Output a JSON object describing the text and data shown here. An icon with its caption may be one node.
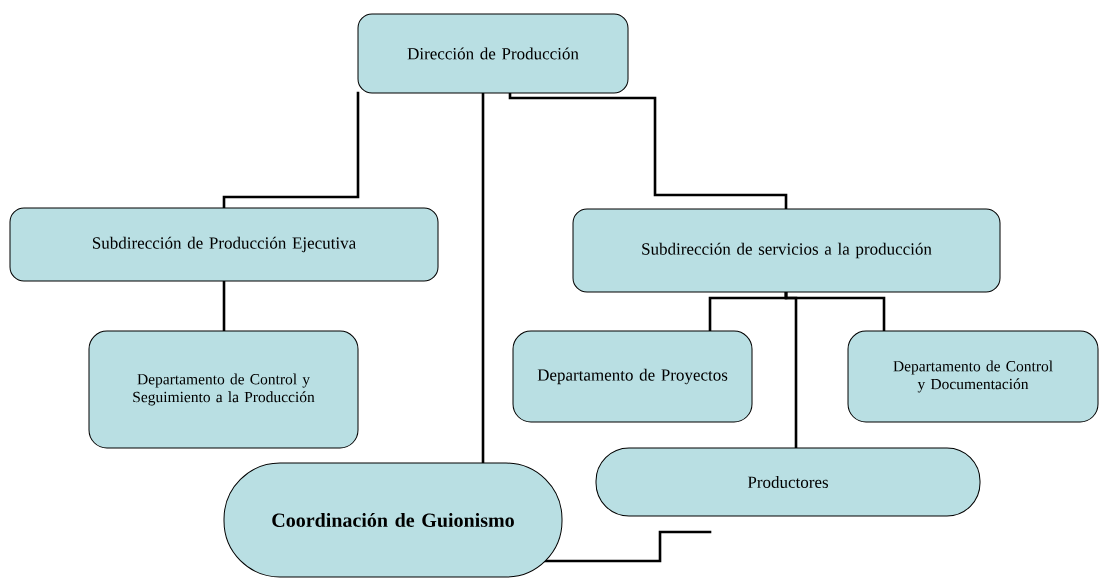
{
  "diagram": {
    "nodes": [
      {
        "text": [
          "Dirección de Producción"
        ]
      },
      {
        "text": [
          "Subdirección de Producción Ejecutiva"
        ]
      },
      {
        "text": [
          "Subdirección de servicios a la producción"
        ]
      },
      {
        "text": [
          "Departamento de Control y Seguimiento a la Producción"
        ]
      },
      {
        "text": [
          "Departamento de Proyectos"
        ]
      },
      {
        "text": [
          "Departamento de Control y Documentación"
        ]
      },
      {
        "text": [
          "Productores"
        ]
      },
      {
        "text": [
          "Coordinación de Guionismo"
        ]
      }
    ],
    "edges": [
      {
        "from": 0,
        "to": 1,
        "arrow": "none"
      },
      {
        "from": 0,
        "to": 2,
        "arrow": "none"
      },
      {
        "from": 0,
        "to": 7,
        "arrow": "none"
      },
      {
        "from": 1,
        "to": 3,
        "arrow": "none"
      },
      {
        "from": 2,
        "to": 4,
        "arrow": "none"
      },
      {
        "from": 2,
        "to": 6,
        "arrow": "none"
      },
      {
        "from": 2,
        "to": 5,
        "arrow": "none"
      },
      {
        "from": 7,
        "to": null,
        "arrow": "none"
      }
    ]
  }
}
